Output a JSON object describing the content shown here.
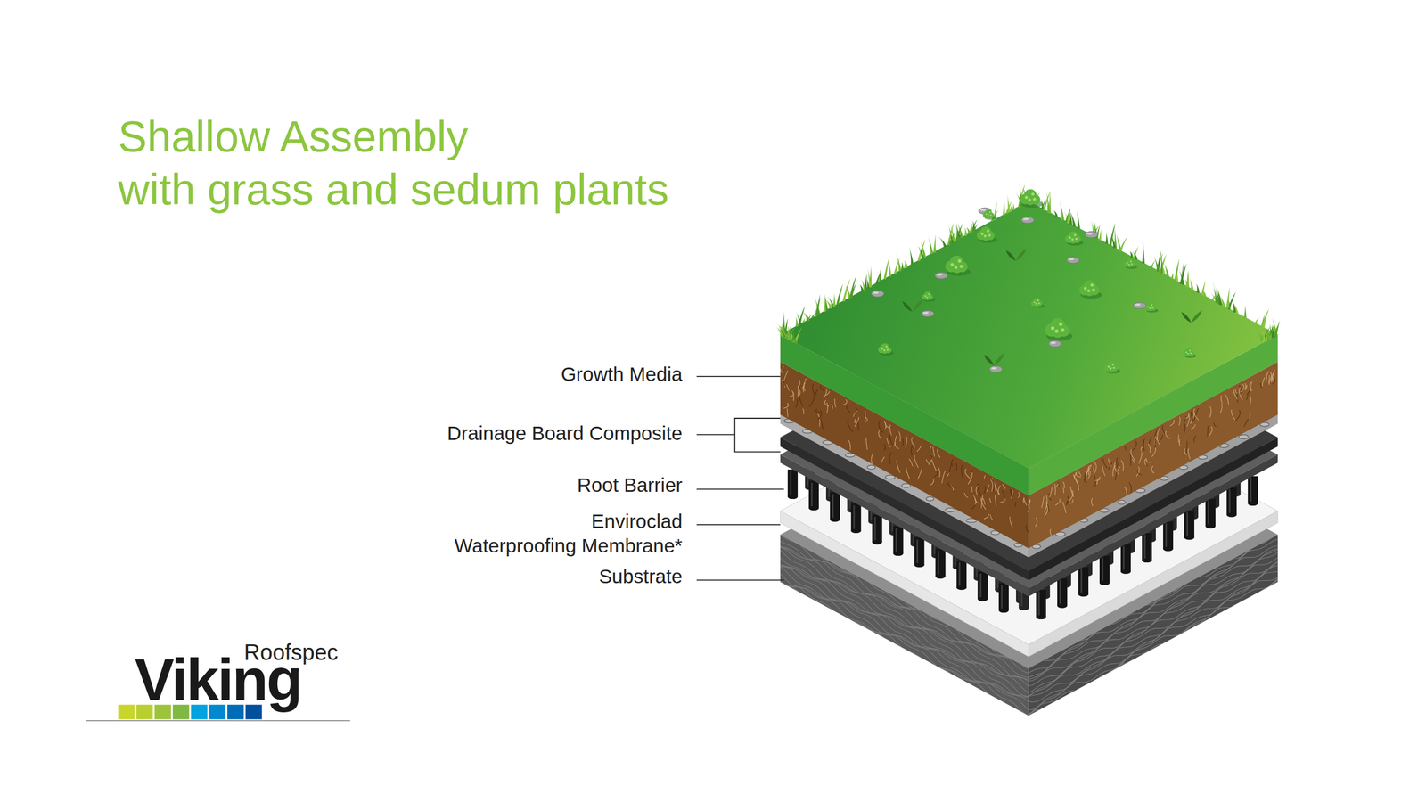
{
  "diagram": {
    "title": "Shallow Assembly with grass and sedum plants",
    "labels": [
      "Growth Media",
      "Drainage Board Composite",
      "Root Barrier",
      "Enviroclad Waterproofing Membrane*",
      "Substrate",
      "Roofspec",
      "Viking"
    ]
  }
}
